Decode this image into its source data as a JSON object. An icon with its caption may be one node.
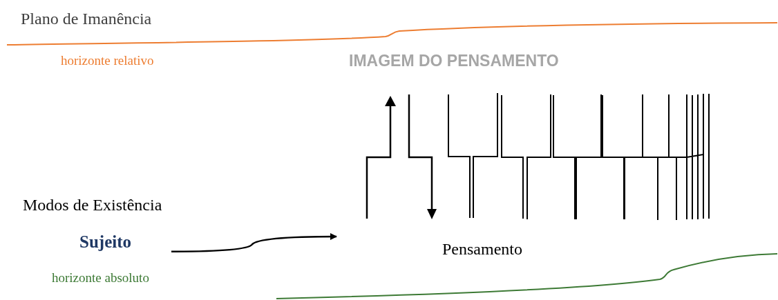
{
  "diagram": {
    "nodes": [
      {
        "text": [
          "Sujeito"
        ]
      },
      {
        "text": [],
        "shape": "picture"
      }
    ],
    "edges": [
      {
        "from": 0,
        "to": 1,
        "arrow": "to"
      }
    ],
    "labels": [
      "Plano de Imanência",
      "horizonte relativo",
      "IMAGEM DO PENSAMENTO",
      "Modos de Existência",
      "Pensamento",
      "horizonte absoluto"
    ]
  }
}
